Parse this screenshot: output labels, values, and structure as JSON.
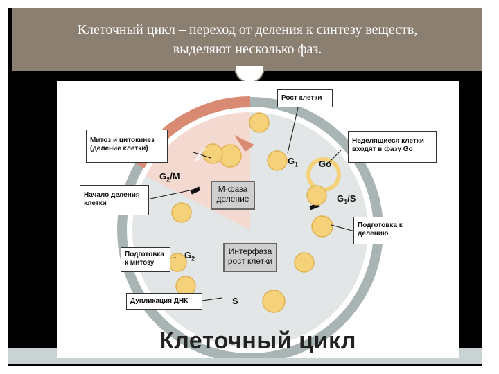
{
  "slide": {
    "title_line1": "Клеточный цикл – переход от деления к синтезу веществ,",
    "title_line2": "выделяют несколько фаз."
  },
  "diagram": {
    "caption": "Клеточный цикл",
    "center_boxes": {
      "m_phase": [
        "М-фаза",
        "деление"
      ],
      "interphase": [
        "Интерфаза",
        "рост клетки"
      ]
    },
    "phase_marks": {
      "g1": "G",
      "g1_sub": "1",
      "go": "Go",
      "g1s": "G",
      "g1s_sub": "1",
      "g1s_suffix": "/S",
      "g2m": "G",
      "g2m_sub": "2",
      "g2m_suffix": "/M",
      "g2": "G",
      "g2_sub": "2",
      "s": "S",
      "mitosis_arc": "Митоз"
    },
    "labels": {
      "cell_growth": [
        "Рост клетки"
      ],
      "nondividing": [
        "Неделящиеся клетки",
        "входят в фазу Go"
      ],
      "mitosis": [
        "Митоз и цитокинез",
        "(деление клетки)"
      ],
      "division_start": [
        "Начало деления",
        "клетки"
      ],
      "prep_division": [
        "Подготовка к",
        "делению"
      ],
      "prep_mitosis": [
        "Подготовка",
        "к митозу"
      ],
      "dna_dup": [
        "Дупликация ДНК"
      ]
    },
    "colors": {
      "ring": "#a9b4b4",
      "cell_fill": "#f5d27a",
      "mitosis_arc": "#d98a72",
      "m_sector": "#f4d9d0",
      "title_bg": "#8b7f72"
    }
  }
}
